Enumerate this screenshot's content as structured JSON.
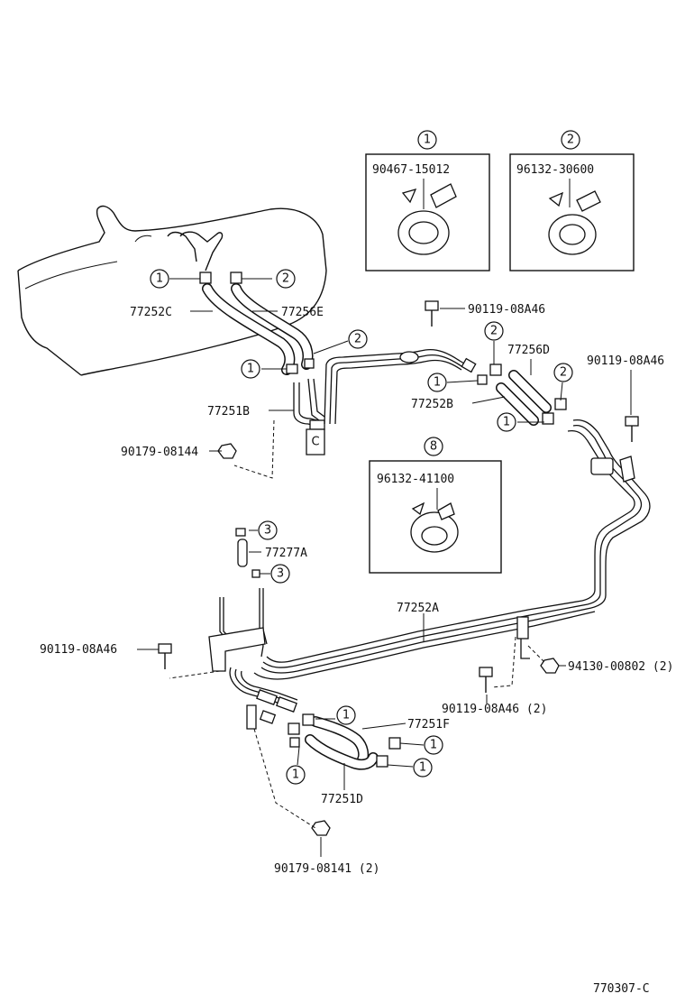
{
  "diagram_id": "770307-C",
  "inset_boxes": [
    {
      "number": "1",
      "part_no": "90467-15012"
    },
    {
      "number": "2",
      "part_no": "96132-30600"
    },
    {
      "number": "8",
      "part_no": "96132-41100"
    }
  ],
  "part_labels": {
    "p77252C": "77252C",
    "p77256E": "77256E",
    "p77256D": "77256D",
    "p77252B": "77252B",
    "p77251B": "77251B",
    "p90179_08144": "90179-08144",
    "p90119_08A46_top": "90119-08A46",
    "p90119_08A46_right": "90119-08A46",
    "p77277A": "77277A",
    "p77252A": "77252A",
    "p90119_08A46_left": "90119-08A46",
    "p94130_00802": "94130-00802 (2)",
    "p90119_08A46_2": "90119-08A46 (2)",
    "p77251F": "77251F",
    "p77251D": "77251D",
    "p90179_08141": "90179-08141 (2)"
  },
  "callouts": {
    "c1": "1",
    "c2": "2",
    "c3": "3"
  }
}
